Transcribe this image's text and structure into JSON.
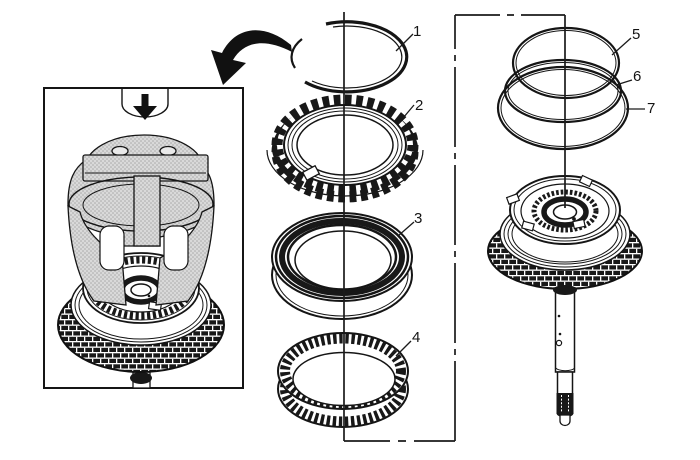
{
  "figure": {
    "kind": "exploded-parts-line-illustration",
    "colors": {
      "background": "#ffffff",
      "line": "#151515",
      "dark_fill": "#181818",
      "tool_shade": "#d9d9d9",
      "tool_shade_dot": "#a6a6a6"
    },
    "icons": {
      "press_down_icon": "down-arrow",
      "install_sweep_icon": "curved-arrow"
    }
  },
  "callouts": [
    {
      "label": "1"
    },
    {
      "label": "2"
    },
    {
      "label": "3"
    },
    {
      "label": "4"
    },
    {
      "label": "5"
    },
    {
      "label": "6"
    },
    {
      "label": "7"
    }
  ]
}
